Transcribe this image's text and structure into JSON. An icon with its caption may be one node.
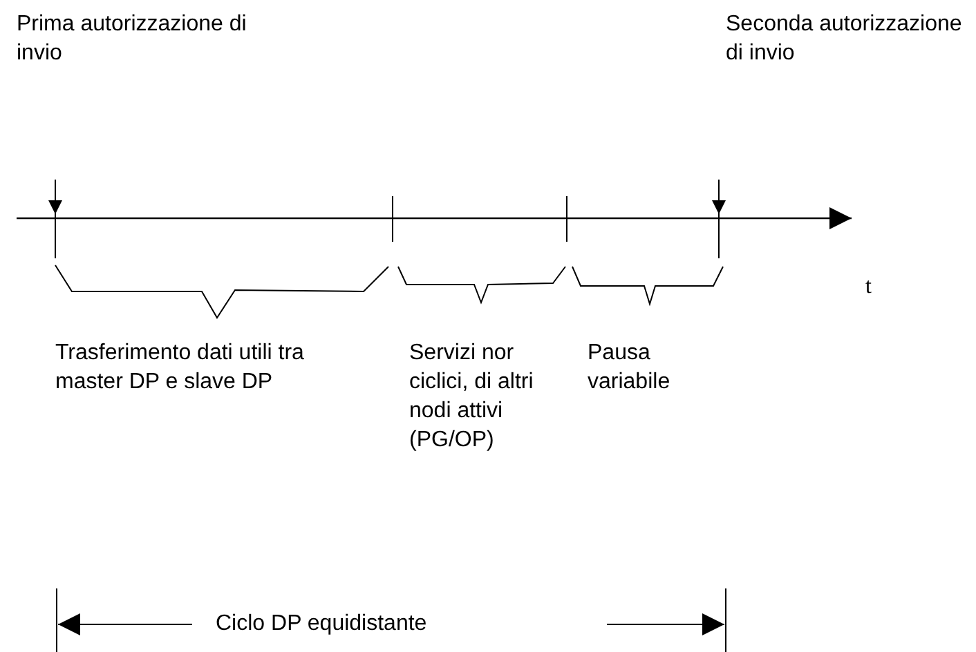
{
  "diagram": {
    "labels": [
      "Prima autorizzazione di invio",
      "Seconda autorizzazione di invio",
      "t",
      "Trasferimento dati utili tra master DP e slave DP",
      "Servizi nor ciclici, di altri nodi attivi (PG/OP)",
      "Pausa variabile",
      "Ciclo DP equidistante"
    ]
  }
}
